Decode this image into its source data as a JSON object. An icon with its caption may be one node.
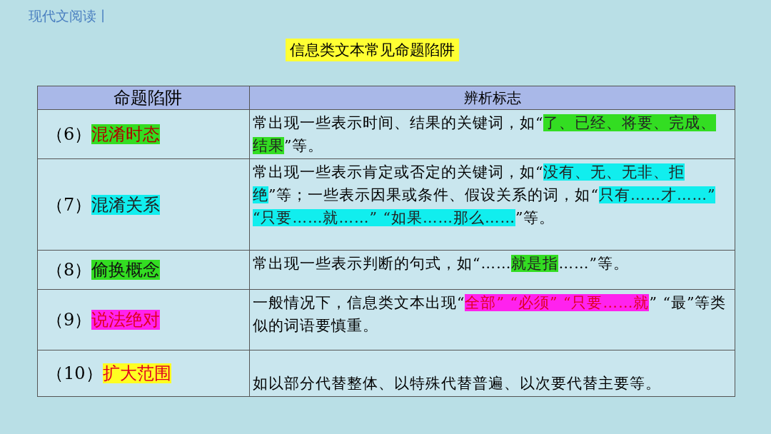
{
  "diagram": {
    "title": "信息类文本常见命题陷阱",
    "labels": [
      "现代文阅读丨",
      "命题陷阱",
      "辨析标志",
      "（6）**混淆时态**",
      "常出现一些表示时间、结果的关键词，如“**了、已经、将要、完成、结果**”等。",
      "（7）**混淆关系**",
      "常出现一些表示肯定或否定的关键词，如“**没有、无、无非、拒绝**”等；一些表示因果或条件、假设关系的词，如“**只有……才……” “只要……就……” “如果……那么……**”等。",
      "（8）**偷换概念**",
      "常出现一些表示判断的句式，如“……**就是指**……”等。",
      "（9）**说法绝对**",
      "一般情况下，信息类文本出现“**全部” “必须” “只要……就**” “最”等类似的词语要慎重。",
      "（10）**扩大范围**",
      "如以部分代替整体、以特殊代替普遍、以次要代替主要等。"
    ]
  }
}
